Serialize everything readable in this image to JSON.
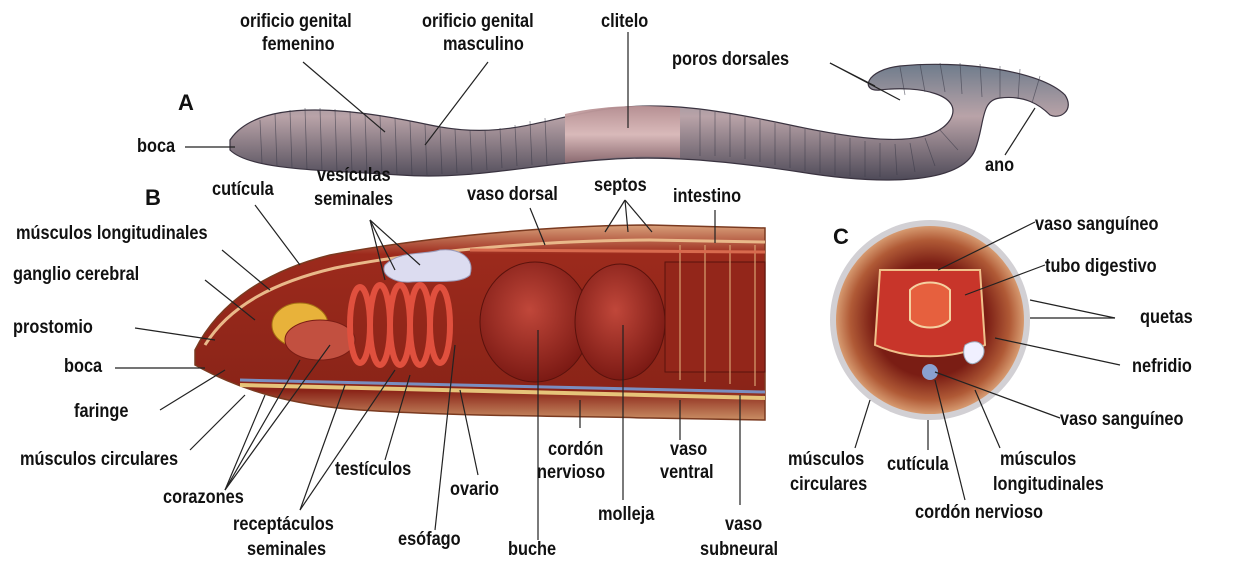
{
  "sections": {
    "a": "A",
    "b": "B",
    "c": "C"
  },
  "labels_a": {
    "boca": "boca",
    "orificio_fem_1": "orificio genital",
    "orificio_fem_2": "femenino",
    "orificio_masc_1": "orificio genital",
    "orificio_masc_2": "masculino",
    "clitelo": "clitelo",
    "poros_dorsales": "poros dorsales",
    "ano": "ano"
  },
  "labels_b": {
    "cuticula": "cutícula",
    "vesiculas_1": "vesículas",
    "vesiculas_2": "seminales",
    "vaso_dorsal": "vaso dorsal",
    "septos": "septos",
    "intestino": "intestino",
    "musculos_longitudinales": "músculos longitudinales",
    "ganglio_cerebral": "ganglio cerebral",
    "prostomio": "prostomio",
    "boca": "boca",
    "faringe": "faringe",
    "musculos_circulares": "músculos circulares",
    "corazones": "corazones",
    "receptaculos_1": "receptáculos",
    "receptaculos_2": "seminales",
    "testiculos": "testículos",
    "esofago": "esófago",
    "ovario": "ovario",
    "buche": "buche",
    "cordon_1": "cordón",
    "cordon_2": "nervioso",
    "molleja": "molleja",
    "vaso_ventral_1": "vaso",
    "vaso_ventral_2": "ventral",
    "vaso_subneural_1": "vaso",
    "vaso_subneural_2": "subneural"
  },
  "labels_c": {
    "vaso_sanguineo_top": "vaso sanguíneo",
    "tubo_digestivo": "tubo digestivo",
    "quetas": "quetas",
    "nefridio": "nefridio",
    "vaso_sanguineo_bottom": "vaso sanguíneo",
    "musculos_circulares_1": "músculos",
    "musculos_circulares_2": "circulares",
    "cuticula": "cutícula",
    "musculos_long_1": "músculos",
    "musculos_long_2": "longitudinales",
    "cordon_nervioso": "cordón nervioso"
  }
}
